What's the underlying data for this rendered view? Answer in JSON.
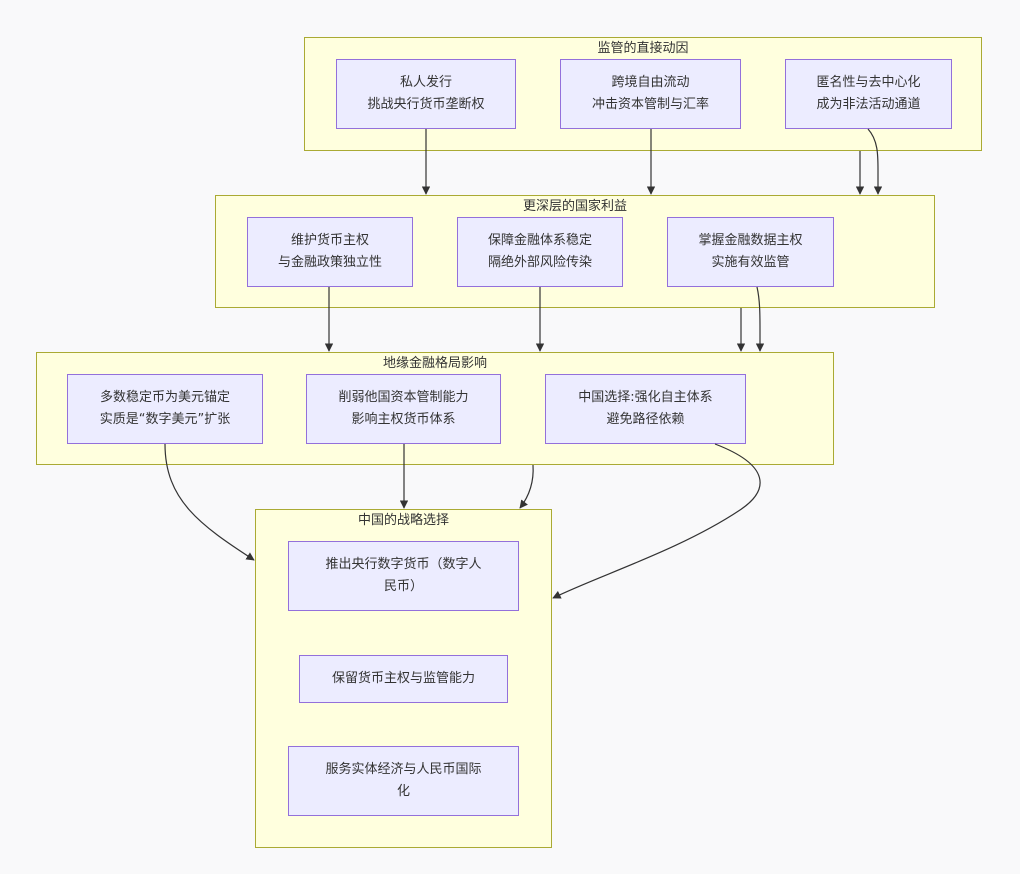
{
  "diagram": {
    "clusters": {
      "c1": {
        "title": "监管的直接动因"
      },
      "c2": {
        "title": "更深层的国家利益"
      },
      "c3": {
        "title": "地缘金融格局影响"
      },
      "c4": {
        "title": "中国的战略选择"
      }
    },
    "nodes": {
      "n1": {
        "text": "私人发行\n挑战央行货币垄断权"
      },
      "n2": {
        "text": "跨境自由流动\n冲击资本管制与汇率"
      },
      "n3": {
        "text": "匿名性与去中心化\n成为非法活动通道"
      },
      "n4": {
        "text": "维护货币主权\n与金融政策独立性"
      },
      "n5": {
        "text": "保障金融体系稳定\n隔绝外部风险传染"
      },
      "n6": {
        "text": "掌握金融数据主权\n实施有效监管"
      },
      "n7": {
        "text": "多数稳定币为美元锚定\n实质是“数字美元”扩张"
      },
      "n8": {
        "text": "削弱他国资本管制能力\n影响主权货币体系"
      },
      "n9": {
        "text": "中国选择:强化自主体系\n避免路径依赖"
      },
      "n10": {
        "text": "推出央行数字货币（数字人\n民币）"
      },
      "n11": {
        "text": "保留货币主权与监管能力"
      },
      "n12": {
        "text": "服务实体经济与人民币国际\n化"
      }
    }
  }
}
